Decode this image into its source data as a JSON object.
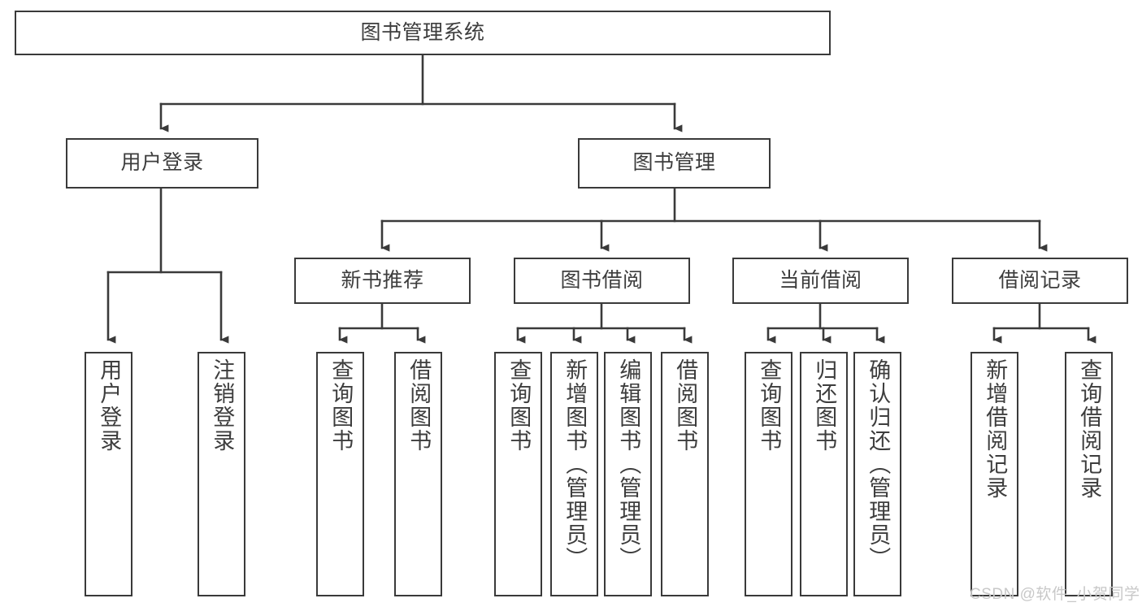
{
  "diagram": {
    "type": "tree-hierarchy-chart",
    "title": "图书管理系统",
    "stroke_color": "#3a3a3a",
    "text_color": "#3d3d3d",
    "background": "#ffffff",
    "watermark": "CSDN @软件_小贺同学",
    "nodes": {
      "root": {
        "label": "图书管理系统"
      },
      "level2": [
        {
          "id": "user-login",
          "label": "用户登录"
        },
        {
          "id": "book-management",
          "label": "图书管理"
        }
      ],
      "level3": [
        {
          "id": "new-book-recommend",
          "label": "新书推荐"
        },
        {
          "id": "book-borrow",
          "label": "图书借阅"
        },
        {
          "id": "current-borrow",
          "label": "当前借阅"
        },
        {
          "id": "borrow-record",
          "label": "借阅记录"
        }
      ],
      "leaves": {
        "user_login": [
          {
            "id": "leaf-user-login",
            "label": "用户登录"
          },
          {
            "id": "leaf-logout-login",
            "label": "注销登录"
          }
        ],
        "new_book_recommend": [
          {
            "id": "leaf-query-book-1",
            "label": "查询图书"
          },
          {
            "id": "leaf-borrow-book-1",
            "label": "借阅图书"
          }
        ],
        "book_borrow": [
          {
            "id": "leaf-query-book-2",
            "label": "查询图书"
          },
          {
            "id": "leaf-add-book",
            "label": "新增图书（管理员）"
          },
          {
            "id": "leaf-edit-book",
            "label": "编辑图书（管理员）"
          },
          {
            "id": "leaf-borrow-book-2",
            "label": "借阅图书"
          }
        ],
        "current_borrow": [
          {
            "id": "leaf-query-book-3",
            "label": "查询图书"
          },
          {
            "id": "leaf-return-book",
            "label": "归还图书"
          },
          {
            "id": "leaf-confirm-return",
            "label": "确认归还（管理员）"
          }
        ],
        "borrow_record": [
          {
            "id": "leaf-add-borrow-record",
            "label": "新增借阅记录"
          },
          {
            "id": "leaf-query-borrow-record",
            "label": "查询借阅记录"
          }
        ]
      }
    }
  }
}
